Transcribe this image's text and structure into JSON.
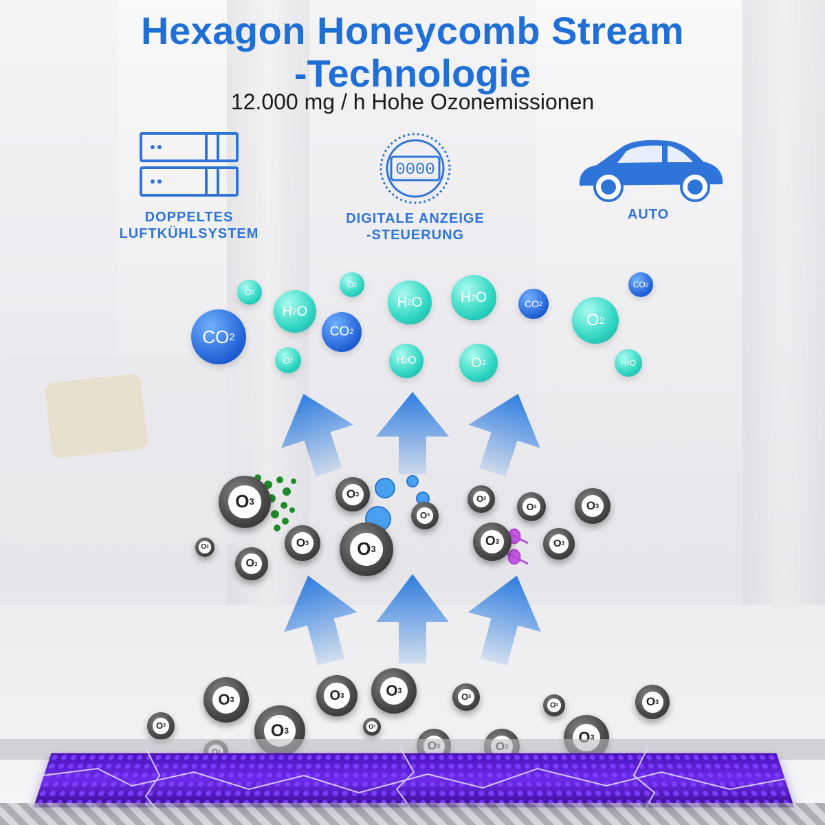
{
  "header": {
    "title_line1": "Hexagon Honeycomb Stream",
    "title_line2": "-Technologie",
    "subtitle": "12.000 mg / h Hohe Ozonemissionen"
  },
  "features": [
    {
      "icon": "server-cooling-icon",
      "label": "DOPPELTES\nLUFTKÜHLSYSTEM"
    },
    {
      "icon": "digital-display-icon",
      "label": "DIGITALE ANZEIGE\n-STEUERUNG",
      "display_text": "0000"
    },
    {
      "icon": "car-icon",
      "label": "AUTO"
    }
  ],
  "molecules": {
    "co2": "CO",
    "co2_sub": "2",
    "h2o": "H",
    "h2o_sub": "2",
    "h2o_tail": "O",
    "o2": "O",
    "o2_sub": "2",
    "o3": "O",
    "o3_sub": "3"
  },
  "colors": {
    "title_blue": "#1f6fd6",
    "arrow_blue": "#2f7de0",
    "co2_blue": "#1e5ed4",
    "teal": "#2fd6c3",
    "honeycomb_purple": "#6b2ae8"
  }
}
